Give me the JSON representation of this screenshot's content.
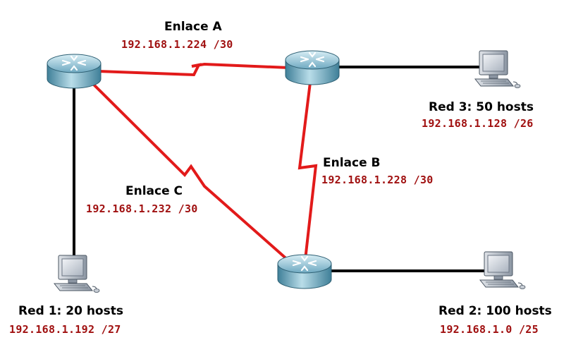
{
  "links": {
    "a": {
      "name": "Enlace A",
      "address": "192.168.1.224 /30"
    },
    "b": {
      "name": "Enlace B",
      "address": "192.168.1.228 /30"
    },
    "c": {
      "name": "Enlace C",
      "address": "192.168.1.232 /30"
    }
  },
  "networks": {
    "red1": {
      "name": "Red 1: 20 hosts",
      "address": "192.168.1.192 /27"
    },
    "red2": {
      "name": "Red 2: 100 hosts",
      "address": "192.168.1.0 /25"
    },
    "red3": {
      "name": "Red 3: 50 hosts",
      "address": "192.168.1.128 /26"
    }
  },
  "colors": {
    "wan_link": "#e21a1a",
    "lan_link": "#000000",
    "address_text": "#a01010"
  }
}
